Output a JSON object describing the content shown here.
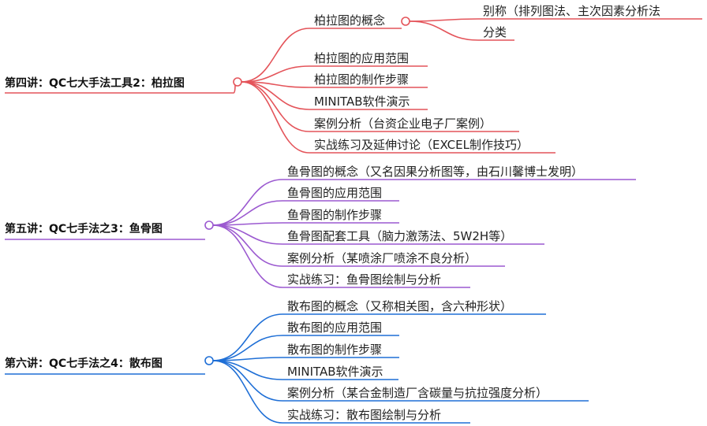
{
  "colors": {
    "branch1": "#e4545a",
    "branch2": "#9b59d0",
    "branch3": "#1f6fd6"
  },
  "branches": [
    {
      "title": "第四讲：QC七大手法工具2：柏拉图",
      "items": [
        {
          "label": "柏拉图的概念",
          "children": [
            "别称（排列图法、主次因素分析法",
            "分类"
          ]
        },
        {
          "label": "柏拉图的应用范围"
        },
        {
          "label": "柏拉图的制作步骤"
        },
        {
          "label": "MINITAB软件演示"
        },
        {
          "label": "案例分析（台资企业电子厂案例）"
        },
        {
          "label": "实战练习及延伸讨论（EXCEL制作技巧）"
        }
      ]
    },
    {
      "title": "第五讲：QC七手法之3：鱼骨图",
      "items": [
        {
          "label": "鱼骨图的概念（又名因果分析图等，由石川馨博士发明）"
        },
        {
          "label": "鱼骨图的应用范围"
        },
        {
          "label": "鱼骨图的制作步骤"
        },
        {
          "label": "鱼骨图配套工具（脑力激荡法、5W2H等）"
        },
        {
          "label": "案例分析（某喷涂厂喷涂不良分析）"
        },
        {
          "label": "实战练习：鱼骨图绘制与分析"
        }
      ]
    },
    {
      "title": "第六讲：QC七手法之4：散布图",
      "items": [
        {
          "label": "散布图的概念（又称相关图，含六种形状）"
        },
        {
          "label": "散布图的应用范围"
        },
        {
          "label": "散布图的制作步骤"
        },
        {
          "label": "MINITAB软件演示"
        },
        {
          "label": "案例分析（某合金制造厂含碳量与抗拉强度分析）"
        },
        {
          "label": "实战练习：散布图绘制与分析"
        }
      ]
    }
  ]
}
